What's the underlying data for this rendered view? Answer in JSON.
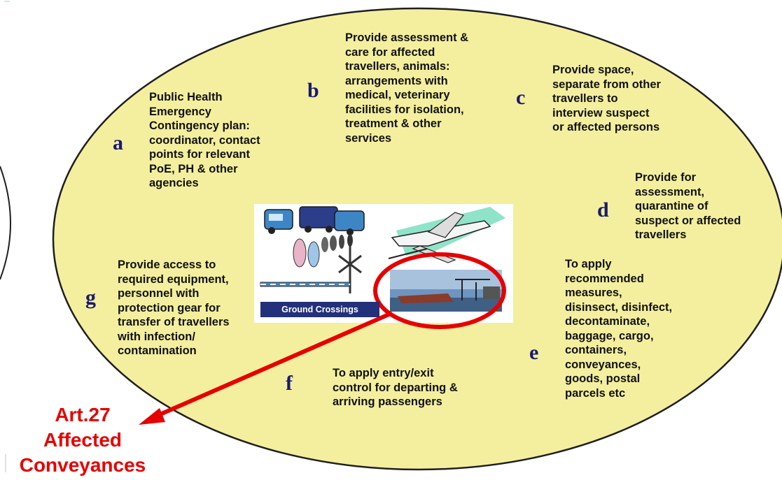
{
  "items": [
    {
      "letter": "a",
      "text": "Public Health\nEmergency\nContingency plan:\ncoordinator, contact\npoints for relevant\nPoE, PH & other\nagencies"
    },
    {
      "letter": "b",
      "text": "Provide assessment &\ncare for affected\ntravellers, animals:\narrangements with\nmedical,  veterinary\nfacilities  for isolation,\ntreatment & other\nservices"
    },
    {
      "letter": "c",
      "text": "Provide space,\nseparate from other\ntravellers to\ninterview suspect\nor affected persons"
    },
    {
      "letter": "d",
      "text": "Provide for\nassessment,\nquarantine of\nsuspect or affected\ntravellers"
    },
    {
      "letter": "e",
      "text": "To apply\nrecommended\nmeasures,\ndisinsect, disinfect,\ndecontaminate,\nbaggage, cargo,\ncontainers,\nconveyances,\ngoods, postal\nparcels etc"
    },
    {
      "letter": "f",
      "text": "To apply entry/exit\ncontrol for departing &\narriving passengers"
    },
    {
      "letter": "g",
      "text": "Provide access to\nrequired equipment,\npersonnel with\nprotection gear for\ntransfer of travellers\nwith infection/\ncontamination"
    }
  ],
  "center_image": {
    "banner": "Ground Crossings"
  },
  "callout": {
    "text": "Art.27\nAffected\nConveyances"
  },
  "colors": {
    "ellipse_fill": "#f4ef9e",
    "ellipse_stroke": "#1f1f1f",
    "highlight": "#e60000",
    "letters": "#1a1a6e"
  }
}
